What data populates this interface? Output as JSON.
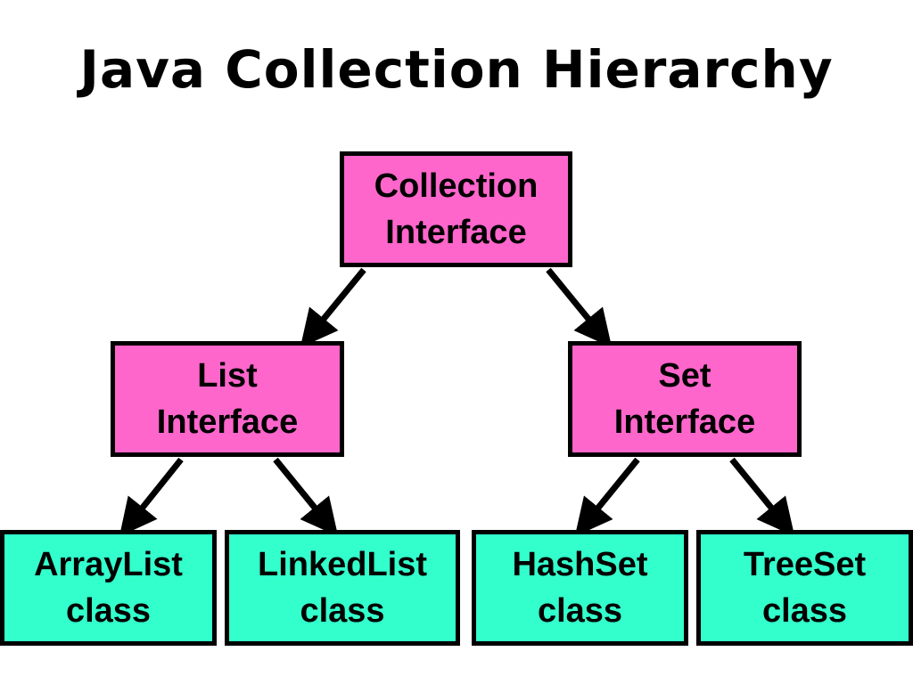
{
  "title": "Java Collection Hierarchy",
  "colors": {
    "interface_fill": "#ff66cc",
    "class_fill": "#33ffcc",
    "border": "#000000",
    "background": "#ffffff"
  },
  "nodes": {
    "collection": {
      "line1": "Collection",
      "line2": "Interface",
      "kind": "interface"
    },
    "list": {
      "line1": "List",
      "line2": "Interface",
      "kind": "interface"
    },
    "set": {
      "line1": "Set",
      "line2": "Interface",
      "kind": "interface"
    },
    "arraylist": {
      "line1": "ArrayList",
      "line2": "class",
      "kind": "class"
    },
    "linkedlist": {
      "line1": "LinkedList",
      "line2": "class",
      "kind": "class"
    },
    "hashset": {
      "line1": "HashSet",
      "line2": "class",
      "kind": "class"
    },
    "treeset": {
      "line1": "TreeSet",
      "line2": "class",
      "kind": "class"
    }
  },
  "edges": [
    {
      "from": "collection",
      "to": "list"
    },
    {
      "from": "collection",
      "to": "set"
    },
    {
      "from": "list",
      "to": "arraylist"
    },
    {
      "from": "list",
      "to": "linkedlist"
    },
    {
      "from": "set",
      "to": "hashset"
    },
    {
      "from": "set",
      "to": "treeset"
    }
  ]
}
